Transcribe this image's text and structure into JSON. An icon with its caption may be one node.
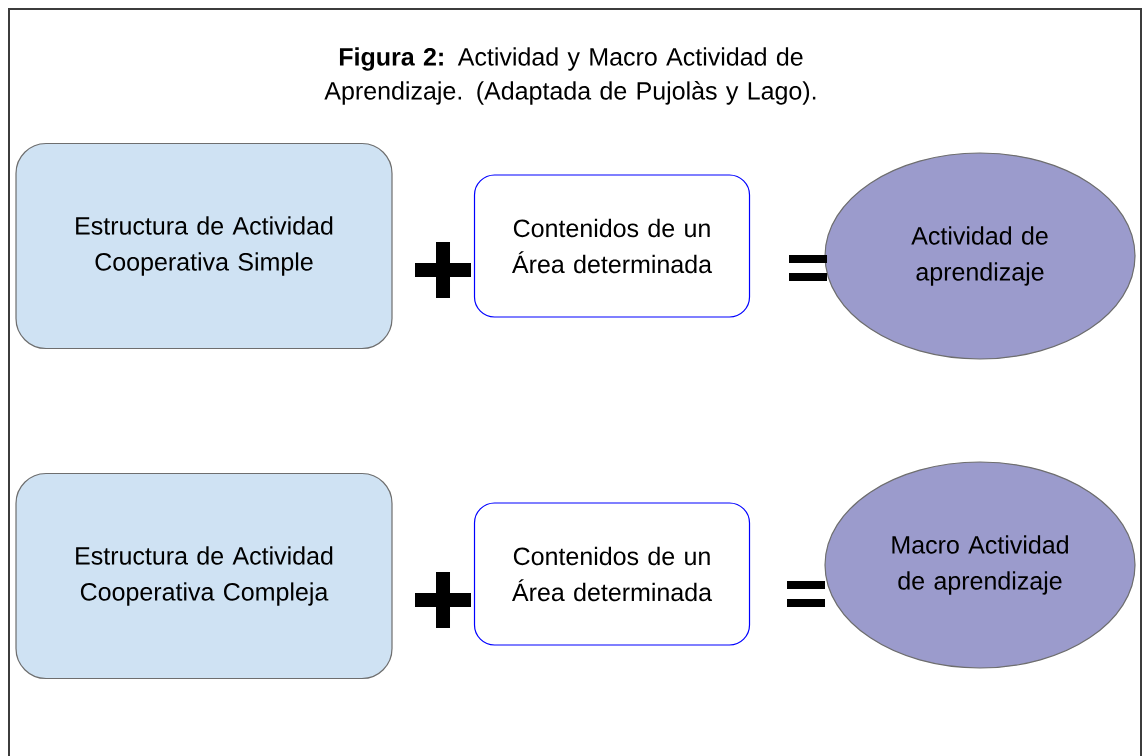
{
  "diagram": {
    "title": "**Figura 2:** Actividad y Macro Actividad de Aprendizaje. (Adaptada de Pujolàs y Lago).",
    "nodes": [
      {
        "text": [
          "Estructura de Actividad Cooperativa Simple"
        ]
      },
      {
        "text": [
          "Contenidos de un Área determinada"
        ]
      },
      {
        "text": [
          "Actividad de aprendizaje"
        ]
      },
      {
        "text": [
          "Estructura de Actividad Cooperativa Compleja"
        ]
      },
      {
        "text": [
          "Contenidos de un Área determinada"
        ]
      },
      {
        "text": [
          "Macro Actividad de aprendizaje"
        ]
      }
    ]
  }
}
